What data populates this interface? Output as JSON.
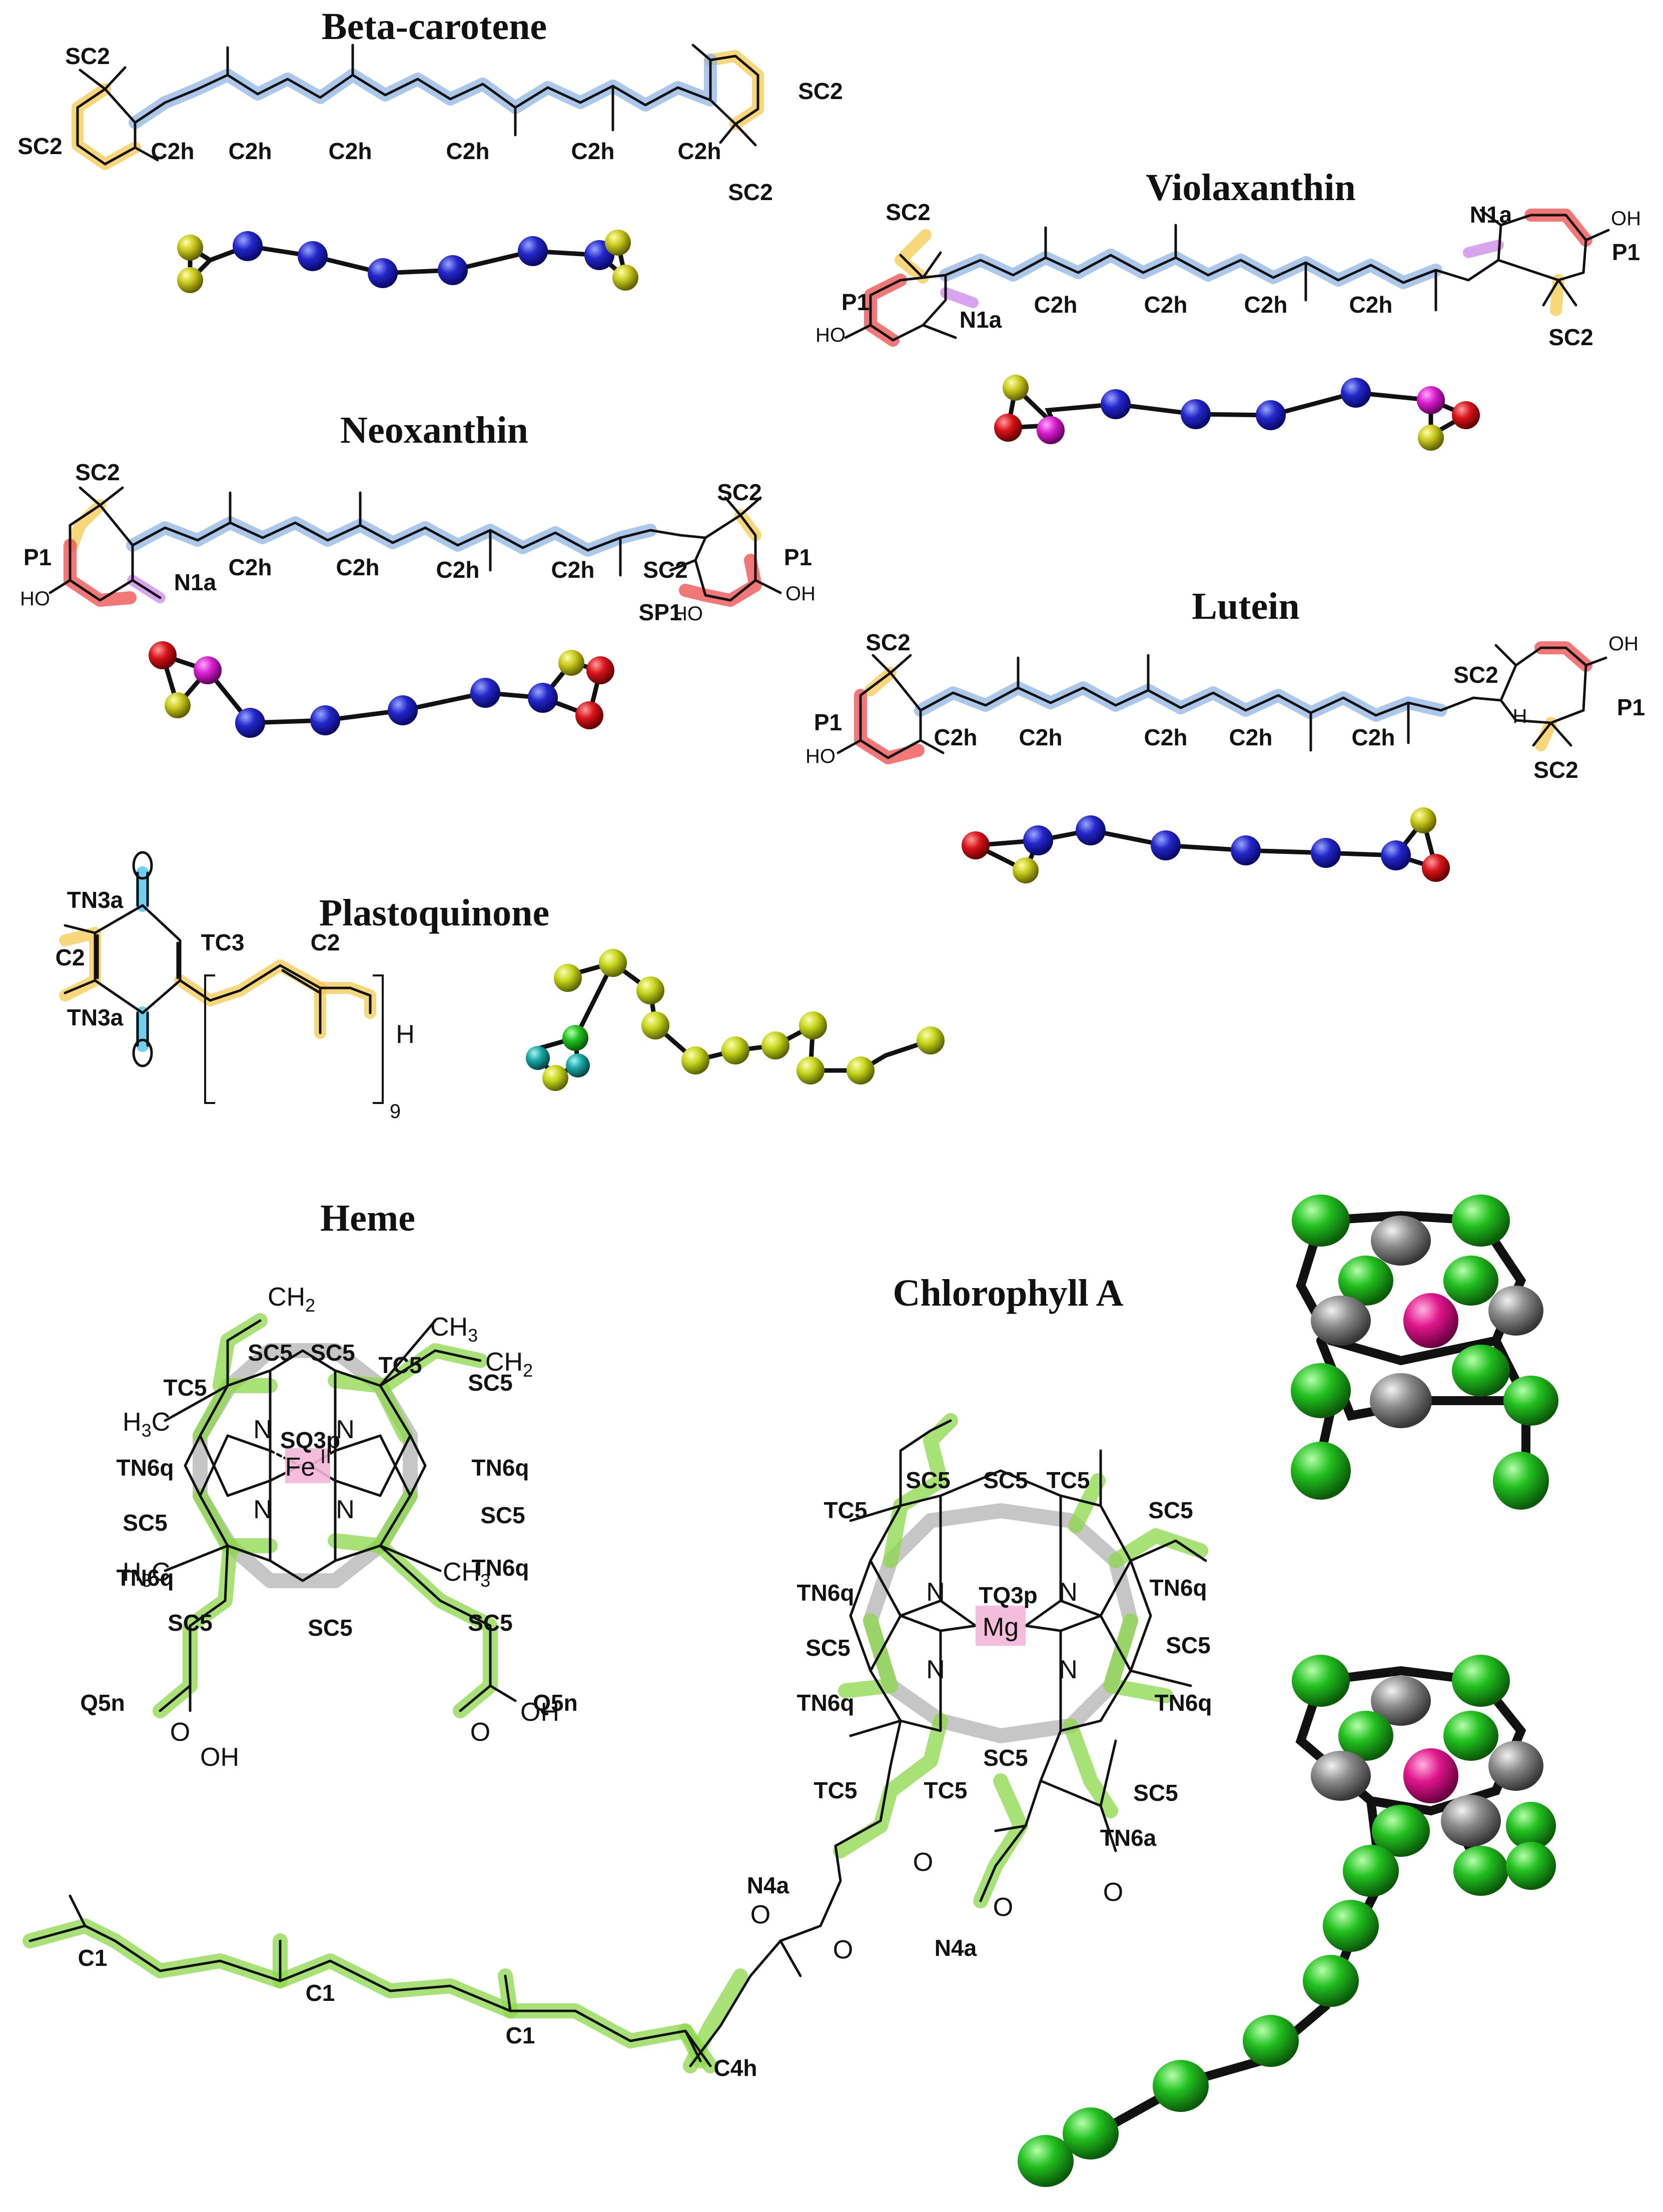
{
  "titles": {
    "beta_carotene": "Beta-carotene",
    "violaxanthin": "Violaxanthin",
    "neoxanthin": "Neoxanthin",
    "lutein": "Lutein",
    "plastoquinone": "Plastoquinone",
    "heme": "Heme",
    "chlorophyll": "Chlorophyll A"
  },
  "labels": {
    "SC2": "SC2",
    "C2h": "C2h",
    "P1": "P1",
    "N1a": "N1a",
    "SP1": "SP1",
    "TN3a": "TN3a",
    "C2": "C2",
    "TC3": "TC3",
    "SC5": "SC5",
    "TC5": "TC5",
    "TN6q": "TN6q",
    "SQ3p": "SQ3p",
    "TQ3p": "TQ3p",
    "Q5n": "Q5n",
    "N4a": "N4a",
    "TN6a": "TN6a",
    "C1": "C1",
    "C4h": "C4h"
  },
  "atoms": {
    "OH": "OH",
    "HO": "HO",
    "O": "O",
    "N": "N",
    "H": "H",
    "Fe": "Fe",
    "Fe_ox": "II",
    "Mg": "Mg",
    "CH": "CH",
    "CH3": "CH",
    "H3C": "H",
    "sub2": "2",
    "sub3": "3",
    "repeat": "9"
  },
  "colors": {
    "polyene_blue": "#2427c9",
    "ring_yellow": "#c8c81e",
    "hydroxyl_red": "#d8141a",
    "epoxide_magenta": "#d91fd0",
    "chl_green": "#22c020",
    "chl_gray": "#8c8c8c",
    "metal_pink": "#e0168c",
    "pq_yellowgreen": "#c6d41c",
    "pq_teal": "#1ba6a6",
    "pq_green": "#27c227"
  }
}
